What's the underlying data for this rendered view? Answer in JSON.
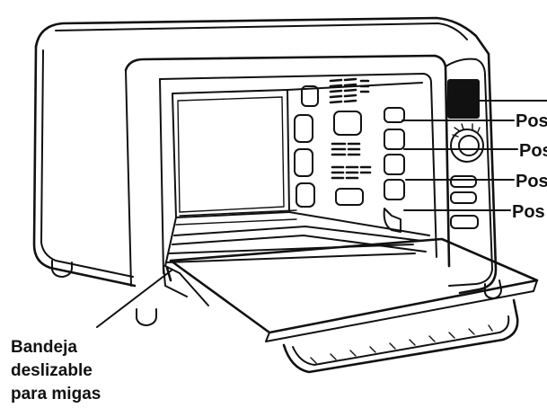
{
  "labels": {
    "pos1": "Pos",
    "pos2": "Pos",
    "pos3": "Pos",
    "pos4": "Pos",
    "crumb_tray_line1": "Bandeja",
    "crumb_tray_line2": "deslizable",
    "crumb_tray_line3": "para migas"
  },
  "colors": {
    "ink": "#111111",
    "paper": "#ffffff",
    "display": "#111111"
  }
}
